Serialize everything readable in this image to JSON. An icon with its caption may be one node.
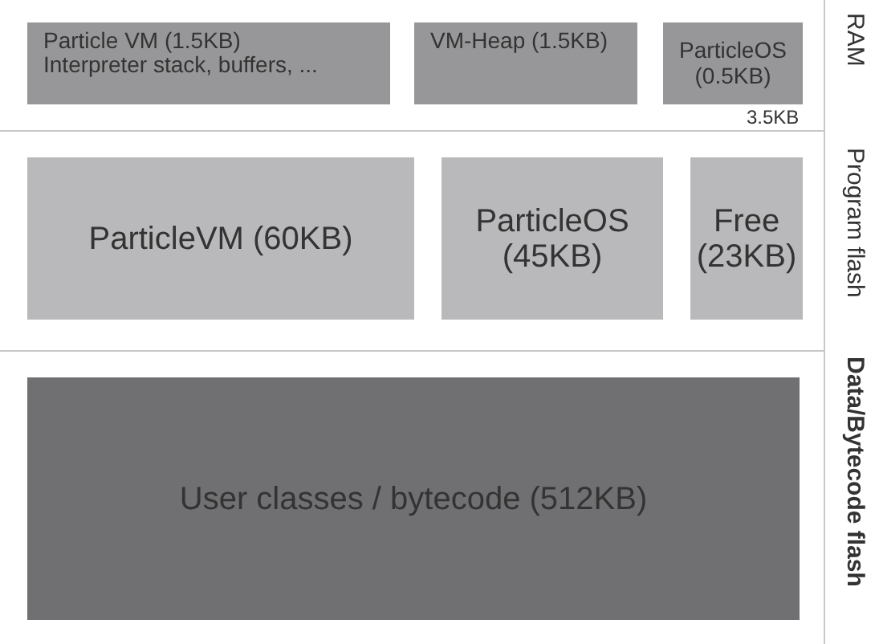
{
  "diagram": {
    "nodes": [
      {
        "text": [
          "Particle VM (1.5KB)",
          "Interpreter stack, buffers, ..."
        ]
      },
      {
        "text": [
          "VM-Heap (1.5KB)"
        ]
      },
      {
        "text": [
          "ParticleOS (0.5KB)"
        ]
      },
      {
        "text": [
          "ParticleVM (60KB)"
        ]
      },
      {
        "text": [
          "ParticleOS (45KB)"
        ]
      },
      {
        "text": [
          "Free (23KB)"
        ]
      },
      {
        "text": [
          "User classes / bytecode (512KB)"
        ]
      }
    ],
    "edges": [],
    "labels": [
      "3.5KB",
      "RAM",
      "Program flash",
      "Data/Bytecode flash"
    ]
  }
}
